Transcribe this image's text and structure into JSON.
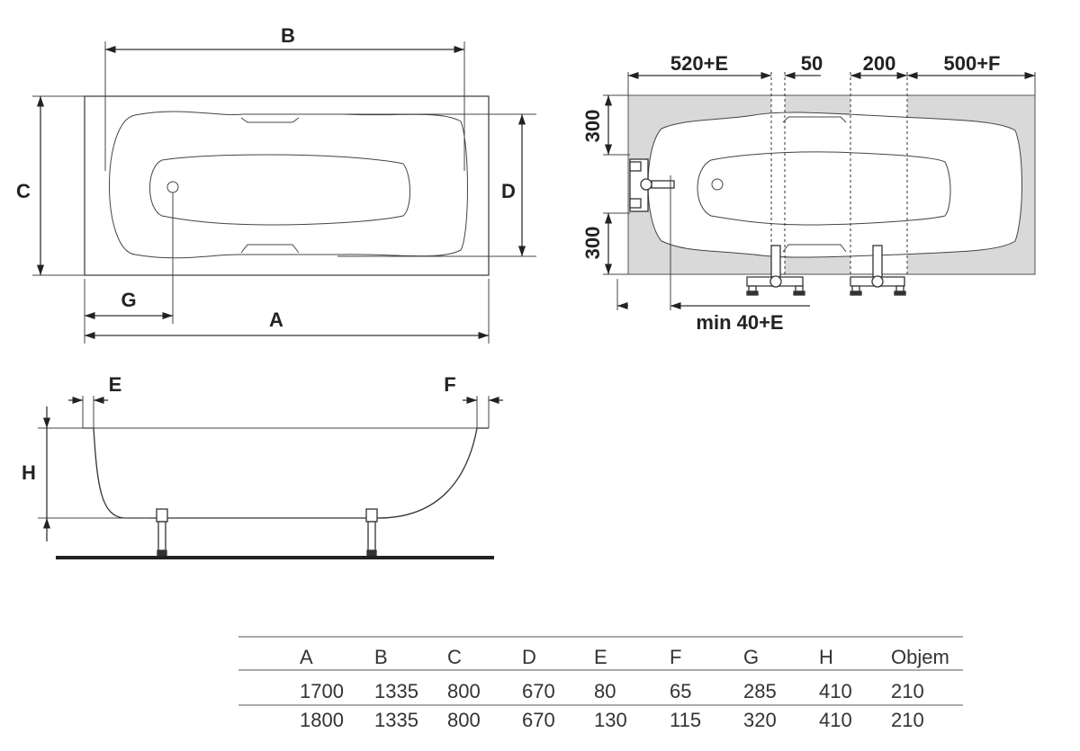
{
  "top_view": {
    "labels": {
      "A": "A",
      "B": "B",
      "C": "C",
      "D": "D",
      "G": "G"
    }
  },
  "installation_view": {
    "labels": {
      "left": "520+E",
      "gap": "50",
      "middle": "200",
      "right": "500+F",
      "upper_height": "300",
      "lower_height": "300",
      "min_offset": "min 40+E"
    },
    "colors": {
      "rim": "#d9d9d9"
    }
  },
  "side_view": {
    "labels": {
      "E": "E",
      "F": "F",
      "H": "H"
    }
  },
  "table": {
    "headers": [
      "A",
      "B",
      "C",
      "D",
      "E",
      "F",
      "G",
      "H",
      "Objem"
    ],
    "rows": [
      [
        "1700",
        "1335",
        "800",
        "670",
        "80",
        "65",
        "285",
        "410",
        "210"
      ],
      [
        "1800",
        "1335",
        "800",
        "670",
        "130",
        "115",
        "320",
        "410",
        "210"
      ]
    ]
  }
}
